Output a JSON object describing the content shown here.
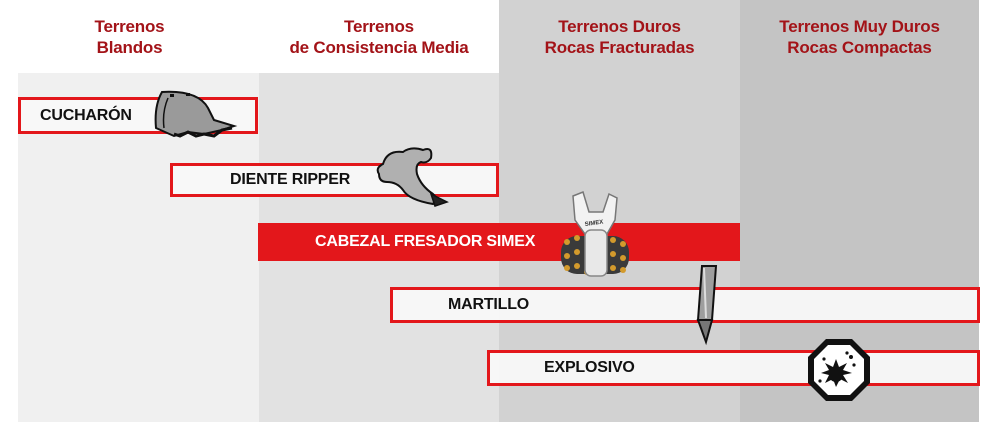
{
  "columns": [
    {
      "line1": "Terrenos",
      "line2": "Blandos",
      "color": "#f0f0f0"
    },
    {
      "line1": "Terrenos",
      "line2": "de Consistencia Media",
      "color": "#e2e2e2"
    },
    {
      "line1": "Terrenos Duros",
      "line2": "Rocas Fracturadas",
      "color": "#d2d2d2"
    },
    {
      "line1": "Terrenos Muy Duros",
      "line2": "Rocas Compactas",
      "color": "#c4c4c4"
    }
  ],
  "tools": [
    {
      "label": "CUCHARÓN",
      "icon": "bucket-icon"
    },
    {
      "label": "DIENTE RIPPER",
      "icon": "ripper-tooth-icon"
    },
    {
      "label": "CABEZAL FRESADOR SIMEX",
      "icon": "milling-head-icon",
      "icon_text": "SIMEX"
    },
    {
      "label": "MARTILLO",
      "icon": "hammer-chisel-icon"
    },
    {
      "label": "EXPLOSIVO",
      "icon": "explosive-hazard-icon"
    }
  ],
  "colors": {
    "accent": "#e3171b",
    "header_text": "#a31318"
  }
}
